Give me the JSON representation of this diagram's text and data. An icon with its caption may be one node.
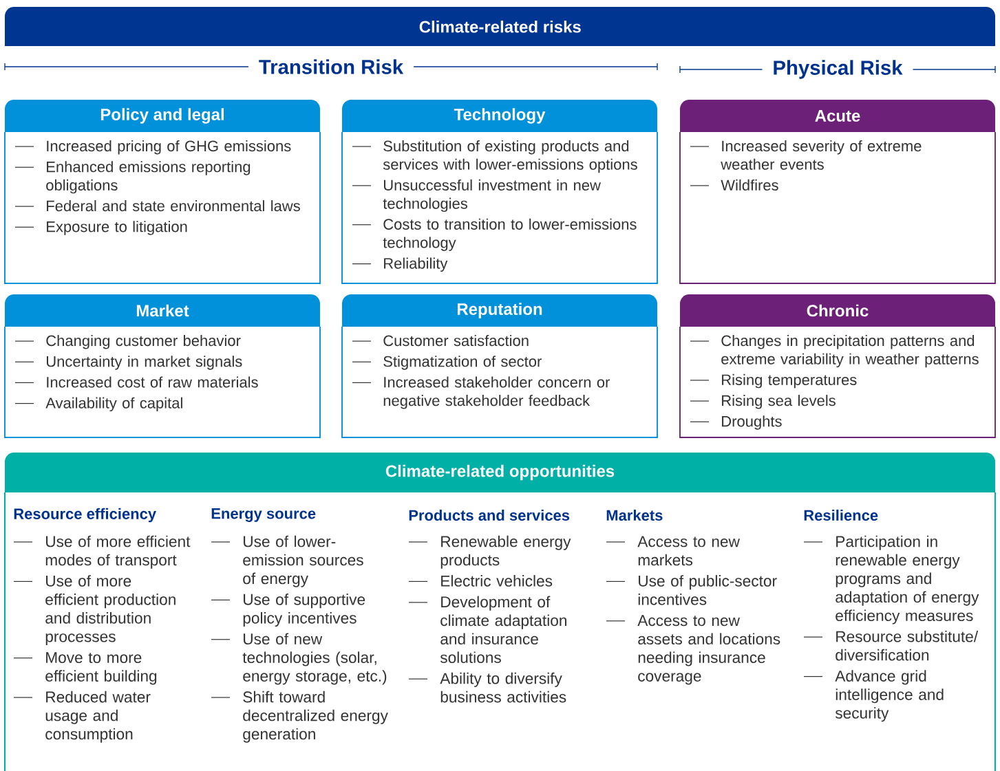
{
  "diagram": {
    "nodes": [
      {
        "text": [
          "Climate-related risks"
        ]
      },
      {
        "text": [
          "Policy and legal",
          "Increased pricing of GHG emissions",
          "Enhanced emissions reporting obligations",
          "Federal and state environmental laws",
          "Exposure to litigation"
        ]
      },
      {
        "text": [
          "Technology",
          "Substitution of existing products and services with lower-emissions options",
          "Unsuccessful investment in new technologies",
          "Costs to transition to lower-emissions technology",
          "Reliability"
        ]
      },
      {
        "text": [
          "Acute",
          "Increased severity of extreme weather events",
          "Wildfires"
        ]
      },
      {
        "text": [
          "Market",
          "Changing customer behavior",
          "Uncertainty in market signals",
          "Increased cost of raw materials",
          "Availability of capital"
        ]
      },
      {
        "text": [
          "Reputation",
          "Customer satisfaction",
          "Stigmatization of sector",
          "Increased stakeholder concern or negative stakeholder feedback"
        ]
      },
      {
        "text": [
          "Chronic",
          "Changes in precipitation patterns and extreme variability in weather patterns",
          "Rising temperatures",
          "Rising sea levels",
          "Droughts"
        ]
      },
      {
        "text": [
          "Climate-related opportunities"
        ]
      },
      {
        "text": [
          "Resource efficiency",
          "Use of more efficient modes of transport",
          "Use of more efficient production and distribution processes",
          "Move to more efficient building",
          "Reduced water usage and consumption"
        ],
        "in": 7
      },
      {
        "text": [
          "Energy source",
          "Use of lower-emission sources of energy",
          "Use of supportive policy incentives",
          "Use of new technologies (solar, energy storage, etc.)",
          "Shift toward decentralized energy generation"
        ],
        "in": 7
      },
      {
        "text": [
          "Products and services",
          "Renewable energy products",
          "Electric vehicles",
          "Development of climate adaptation and insurance solutions",
          "Ability to diversify business activities"
        ],
        "in": 7
      },
      {
        "text": [
          "Markets",
          "Access to new markets",
          "Use of public-sector incentives",
          "Access to new assets and locations needing insurance coverage"
        ],
        "in": 7
      },
      {
        "text": [
          "Resilience",
          "Participation in renewable energy programs and adaptation of energy efficiency measures",
          "Resource substitute/ diversification",
          "Advance grid intelligence and security"
        ],
        "in": 7
      }
    ],
    "labels": [
      "Transition Risk",
      "Physical Risk"
    ]
  }
}
